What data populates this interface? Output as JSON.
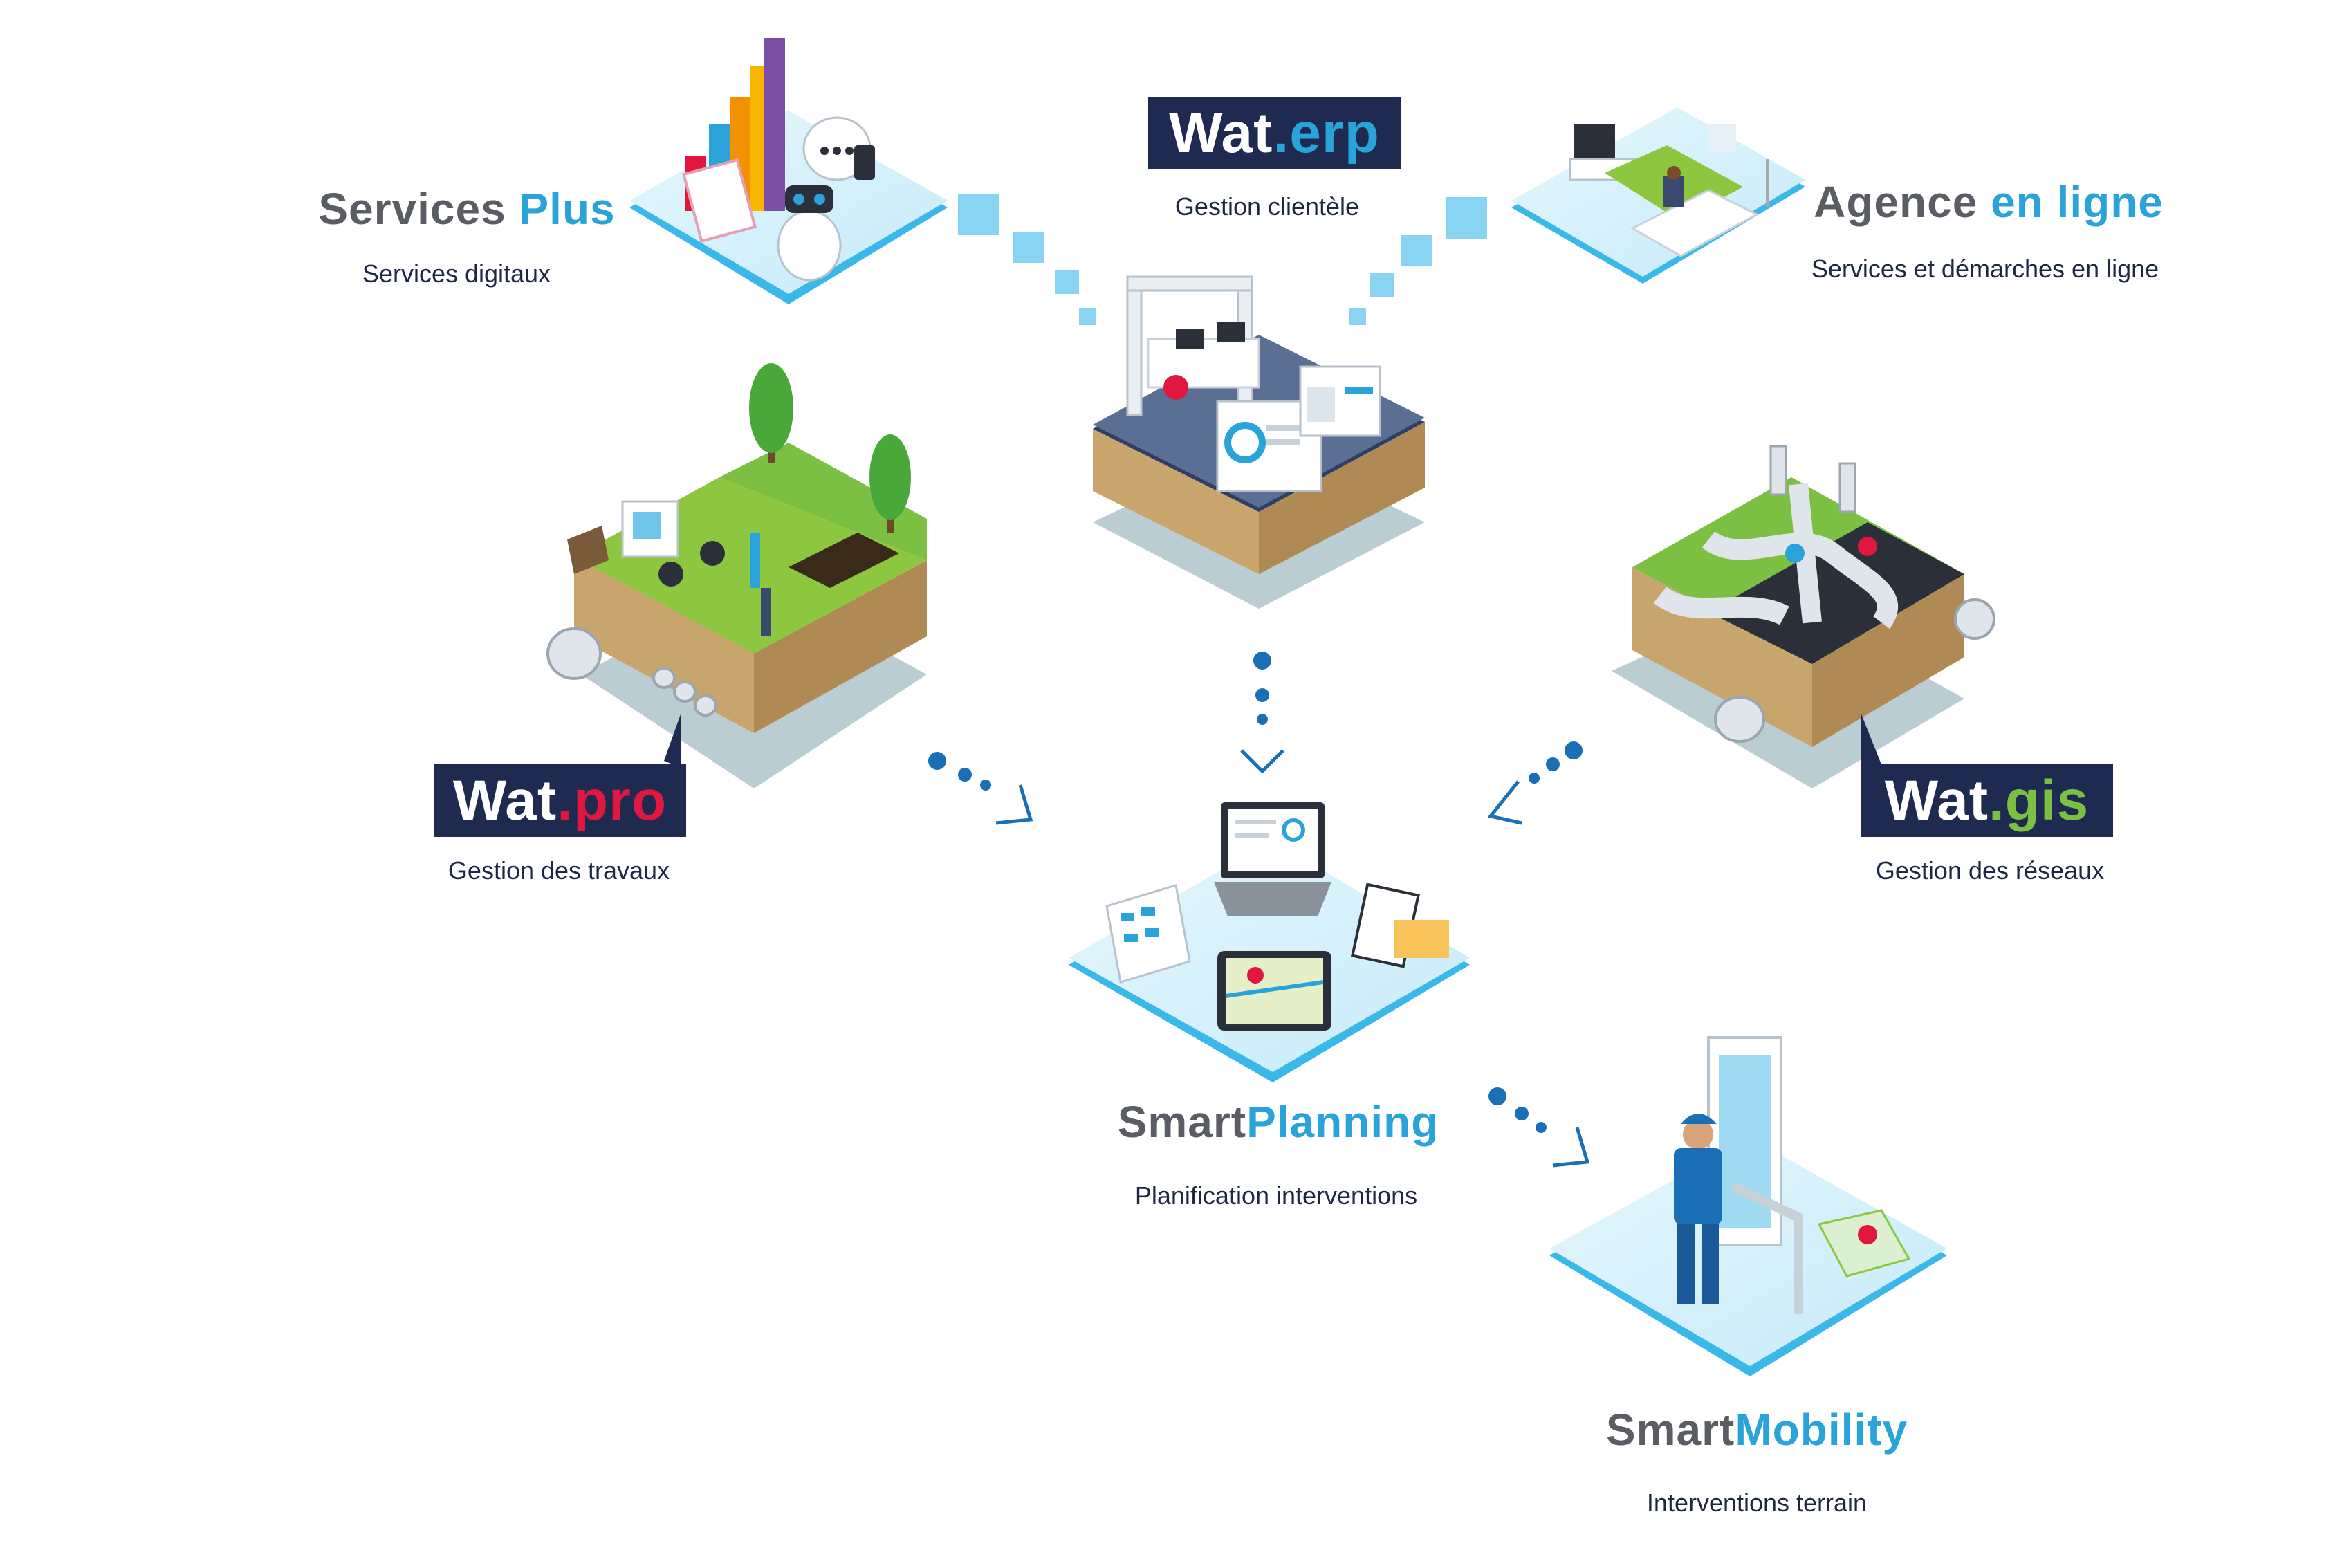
{
  "modules": {
    "services_plus": {
      "title_a": "Services ",
      "title_b": "Plus",
      "subtitle": "Services digitaux"
    },
    "wat_erp": {
      "brand": "Wat",
      "suffix": ".erp",
      "subtitle": "Gestion clientèle"
    },
    "agence": {
      "title_a": "Agence ",
      "title_b": "en ligne",
      "subtitle": "Services et démarches en ligne"
    },
    "wat_pro": {
      "brand": "Wat",
      "suffix": ".pro",
      "subtitle": "Gestion des travaux"
    },
    "wat_gis": {
      "brand": "Wat",
      "suffix": ".gis",
      "subtitle": "Gestion des réseaux"
    },
    "smart_planning": {
      "title_a": "Smart",
      "title_b": "Planning",
      "subtitle": "Planification interventions"
    },
    "smart_mobility": {
      "title_a": "Smart",
      "title_b": "Mobility",
      "subtitle": "Interventions terrain"
    }
  },
  "colors": {
    "navy": "#1e2a4f",
    "accent_blue": "#2aa3db",
    "tile_light": "#d3f0fb",
    "tile_edge": "#3bb8ea",
    "soil": "#c9a56e",
    "grass": "#7bc043",
    "dot_blue": "#1a6fb5"
  },
  "icons": [
    "chart-icon",
    "robot-icon",
    "chat-bubble-icon",
    "office-desk-icon",
    "living-room-icon",
    "trees-icon",
    "excavator-icon",
    "pipe-network-icon",
    "laptop-icon",
    "tablet-map-icon",
    "clipboard-icon",
    "worker-icon",
    "phone-icon"
  ]
}
